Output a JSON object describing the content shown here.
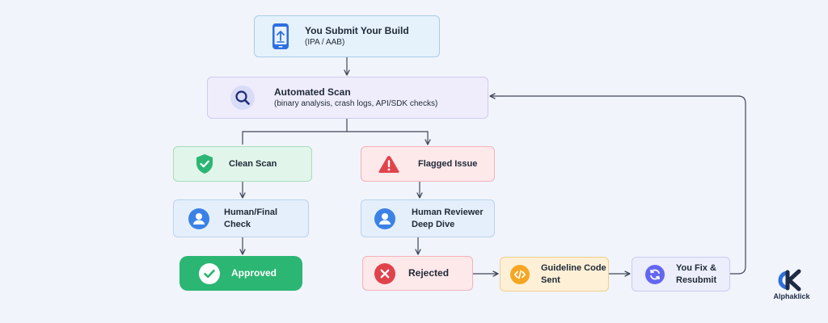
{
  "nodes": {
    "submit": {
      "title": "You Submit Your Build",
      "subtitle": "(IPA / AAB)",
      "icon": "phone-upload-icon"
    },
    "scan": {
      "title": "Automated Scan",
      "subtitle": "(binary analysis, crash logs, API/SDK checks)",
      "icon": "search-icon"
    },
    "clean": {
      "title": "Clean Scan",
      "icon": "shield-check-icon"
    },
    "flagged": {
      "title": "Flagged Issue",
      "icon": "warning-icon"
    },
    "human_final": {
      "line1": "Human/Final",
      "line2": "Check",
      "icon": "user-icon"
    },
    "human_deep": {
      "line1": "Human Reviewer",
      "line2": "Deep Dive",
      "icon": "user-icon"
    },
    "approved": {
      "title": "Approved",
      "icon": "check-circle-icon"
    },
    "rejected": {
      "title": "Rejected",
      "icon": "x-circle-icon"
    },
    "guideline": {
      "line1": "Guideline Code",
      "line2": "Sent",
      "icon": "code-icon"
    },
    "fix": {
      "line1": "You Fix &",
      "line2": "Resubmit",
      "icon": "refresh-icon"
    }
  },
  "brand": {
    "name": "Alphaklick",
    "logo": "alphaklick-logo"
  },
  "colors": {
    "background": "#f1f4fb",
    "arrow": "#3f4657",
    "success": "#2bb673",
    "danger": "#e0434b",
    "user_blue": "#3b82e6",
    "code_orange": "#f5a623",
    "refresh_purple": "#6366f1"
  }
}
